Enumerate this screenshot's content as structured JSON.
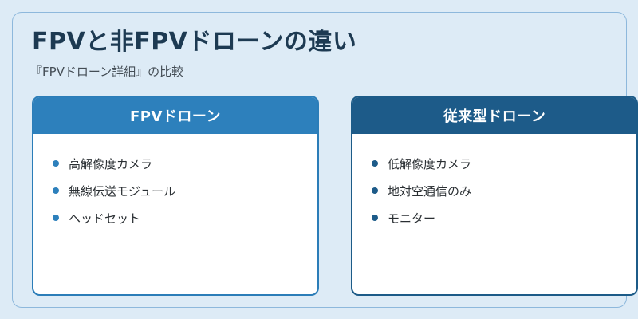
{
  "title": "FPVと非FPVドローンの違い",
  "subtitle": "『FPVドローン詳細』の比較",
  "left_card": {
    "header": "FPVドローン",
    "items": [
      "高解像度カメラ",
      "無線伝送モジュール",
      "ヘッドセット"
    ]
  },
  "right_card": {
    "header": "従来型ドローン",
    "items": [
      "低解像度カメラ",
      "地対空通信のみ",
      "モニター"
    ]
  },
  "colors": {
    "background": "#ddebf6",
    "title_text": "#1d3a52",
    "fpv_accent": "#2d80bc",
    "conventional_accent": "#1d5b89"
  }
}
